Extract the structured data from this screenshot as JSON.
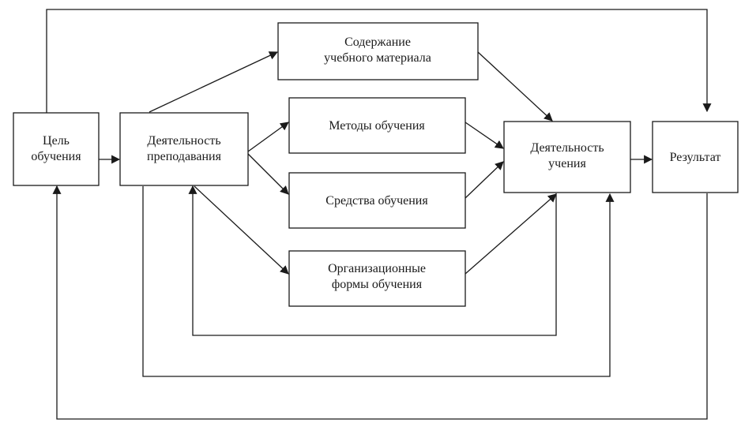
{
  "diagram": {
    "nodes": {
      "goal": {
        "line1": "Цель",
        "line2": "обучения"
      },
      "teaching": {
        "line1": "Деятельность",
        "line2": "преподавания"
      },
      "content": {
        "line1": "Содержание",
        "line2": "учебного материала"
      },
      "methods": {
        "line1": "Методы обучения"
      },
      "means": {
        "line1": "Средства обучения"
      },
      "forms": {
        "line1": "Организационные",
        "line2": "формы обучения"
      },
      "learning": {
        "line1": "Деятельность",
        "line2": "учения"
      },
      "result": {
        "line1": "Результат"
      }
    },
    "colors": {
      "line": "#1a1a1a",
      "box_fill": "#ffffff",
      "background": "#ffffff"
    }
  }
}
